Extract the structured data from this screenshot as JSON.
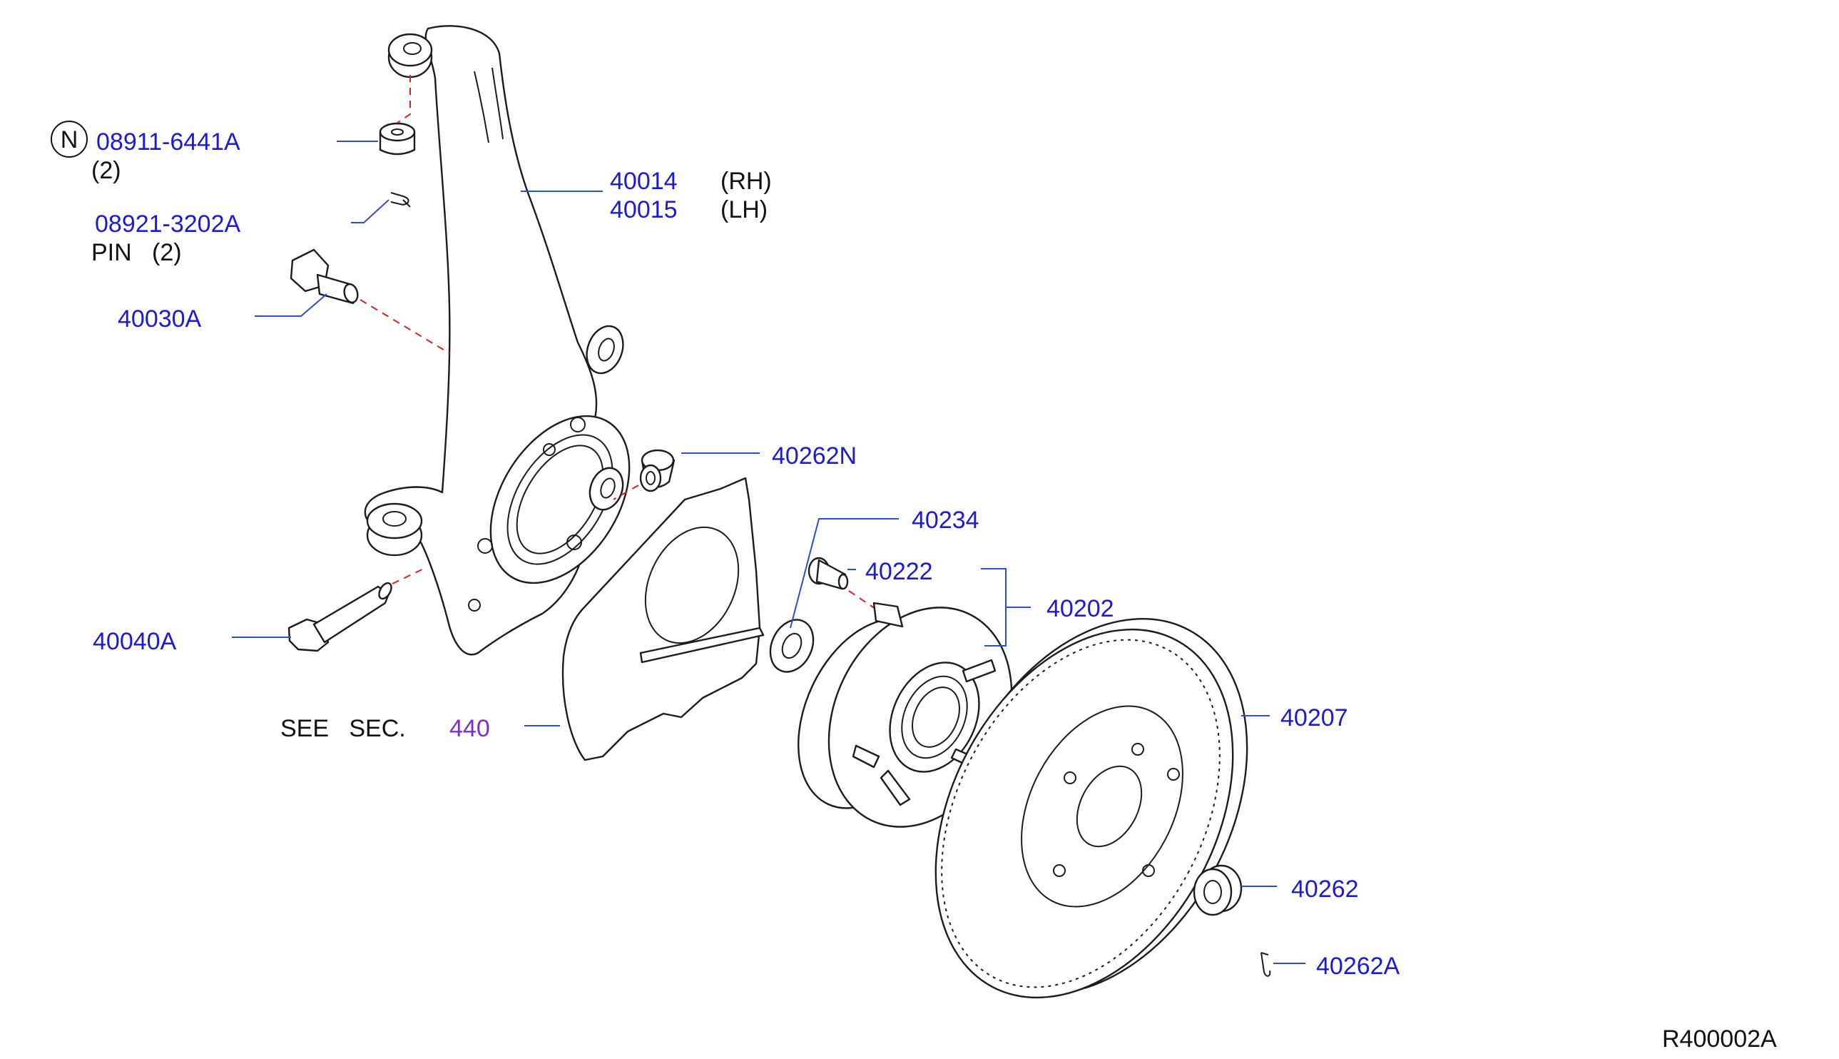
{
  "callouts": {
    "nut_symbol": "N",
    "nut_part": "08911-6441A",
    "nut_qty": "(2)",
    "pin_part": "08921-3202A",
    "pin_desc": "PIN   (2)",
    "knuckle_rh": "40014",
    "knuckle_rh_side": "(RH)",
    "knuckle_lh": "40015",
    "knuckle_lh_side": "(LH)",
    "upper_bolt": "40030A",
    "lower_bolt": "40040A",
    "hub_nut_upper": "40262N",
    "washer": "40234",
    "wheel_stud": "40222",
    "hub_assembly": "40202",
    "see_sec": "SEE   SEC.",
    "sec_number": "440",
    "rotor": "40207",
    "hub_nut": "40262",
    "cotter_pin": "40262A",
    "diagram_code": "R400002A"
  },
  "colors": {
    "part_number": "#1a1ad8",
    "section_ref": "#7a2fd0",
    "leader_line": "#2a4fd0",
    "alignment_dash": "#e02020",
    "outline": "#1c1c1c"
  }
}
